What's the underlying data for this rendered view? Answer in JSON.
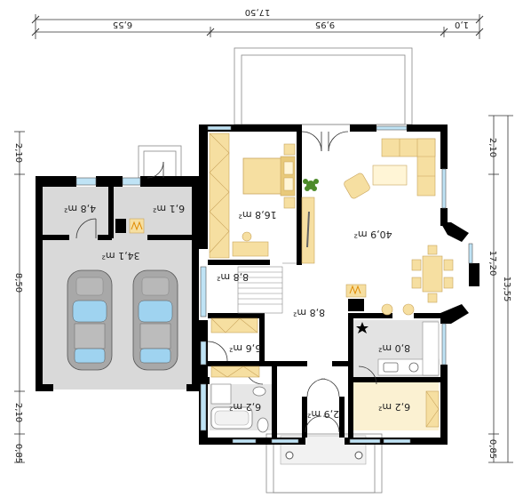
{
  "dimensions": {
    "top_total": "17,50",
    "top_left": "6,55",
    "top_middle": "9,95",
    "top_right": "1,0",
    "left_upper": "2,10",
    "left_middle": "8,50",
    "left_lower": "2,10",
    "left_bottom": "0,85",
    "right_upper": "2,10",
    "right_middle": "17,20",
    "right_total": "13,55",
    "right_bottom": "0,85"
  },
  "rooms": {
    "room_4_8": "4,8 m²",
    "room_6_1": "6,1 m²",
    "garage": "34,1 m²",
    "bedroom": "16,8 m²",
    "living": "40,9 m²",
    "landing": "8,8 m²",
    "hall": "8,8 m²",
    "wardrobe": "5,6 m²",
    "bathroom": "6,2 m²",
    "vestibule": "2,9 m²",
    "kitchen": "8,0 m²",
    "pantry": "6,2 m²"
  },
  "colors": {
    "wall": "#000000",
    "floor_grey": "#d9d9d9",
    "floor_cream": "#fbf1d2",
    "furniture": "#f6dfa1",
    "furniture_edge": "#c9a45c",
    "car": "#a8a8a8",
    "car_glass": "#9fd3f0",
    "window": "#bfe3f5"
  }
}
